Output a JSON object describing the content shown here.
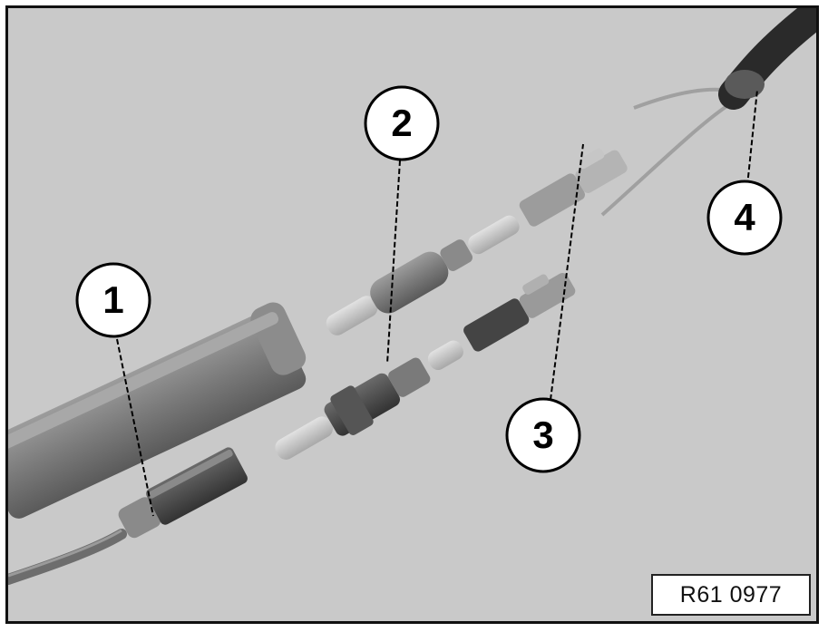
{
  "figure": {
    "reference_code": "R61 0977"
  },
  "callouts": [
    {
      "number": "1",
      "target": "connector-1"
    },
    {
      "number": "2",
      "target": "connector-2"
    },
    {
      "number": "3",
      "target": "connector-3"
    },
    {
      "number": "4",
      "target": "cable-4"
    }
  ],
  "colors": {
    "background": "#c9c9c9",
    "frame": "#111111",
    "callout_fill": "#ffffff",
    "callout_stroke": "#000000"
  }
}
